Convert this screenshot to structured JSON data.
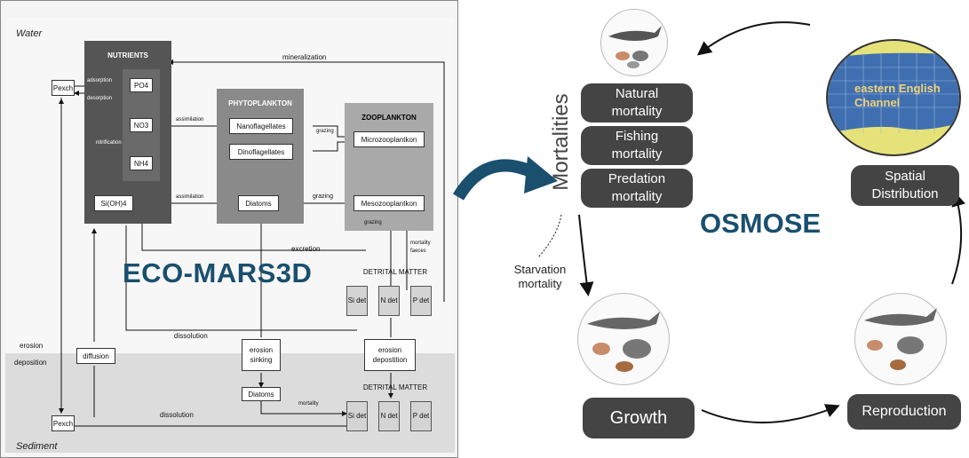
{
  "ecomars": {
    "title": "ECO-MARS3D",
    "zones": {
      "water": "Water",
      "sediment": "Sediment"
    },
    "nutrients": {
      "header": "NUTRIENTS",
      "po4": "PO4",
      "no3": "NO3",
      "nh4": "NH4",
      "sioh4": "Si(OH)4",
      "nitrification": "nitrification"
    },
    "pexch_top": "Pexch",
    "pexch_bottom": "Pexch",
    "adsorption": "adsorption",
    "desorption": "desorption",
    "assimilation_top": "assimilation",
    "assimilation_bottom": "assimilation",
    "mineralization": "mineralization",
    "phytoplankton": {
      "header": "PHYTOPLANKTON",
      "nano": "Nanoflagellates",
      "dino": "Dinoflagellates",
      "diatoms": "Diatoms"
    },
    "zooplankton": {
      "header": "ZOOPLANKTON",
      "micro": "Microzooplantkon",
      "meso": "Mesozooplantkon"
    },
    "grazing_1": "grazing",
    "grazing_2": "grazing",
    "grazing_3": "grazing",
    "excretion": "excretion",
    "mortality_faeces": "mortality faeces",
    "detrital_top": {
      "header": "DETRITAL MATTER",
      "si": "Si det",
      "n": "N det",
      "p": "P det"
    },
    "detrital_bottom": {
      "header": "DETRITAL MATTER",
      "si": "Si det",
      "n": "N det",
      "p": "P det"
    },
    "dissolution_top": "dissolution",
    "dissolution_bottom": "dissolution",
    "erosion": "erosion",
    "deposition": "deposition",
    "diffusion": "diffusion",
    "erosion_sinking": "erosion sinking",
    "erosion_depostition": "erosion depostition",
    "diatoms_sed": "Diatoms",
    "mortality": "mortality"
  },
  "osmose": {
    "title": "OSMOSE",
    "mortalities_label": "Mortalities",
    "natural": "Natural mortality",
    "fishing": "Fishing mortality",
    "predation": "Predation mortality",
    "starvation": "Starvation mortality",
    "growth": "Growth",
    "reproduction": "Reproduction",
    "spatial": "Spatial Distribution",
    "map_label": "eastern English Channel"
  },
  "colors": {
    "accent": "#1a4f6e",
    "dark_box": "#444444",
    "map_sea": "#3f6fb0",
    "map_land": "#e6e27a"
  }
}
